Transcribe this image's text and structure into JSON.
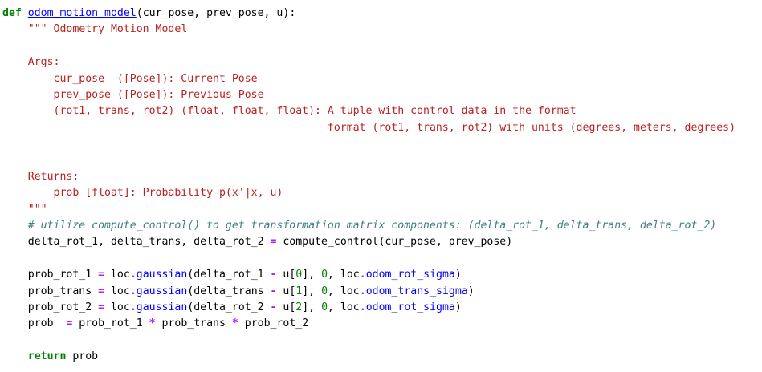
{
  "code_lines": [
    [
      {
        "t": "def",
        "c": "kw"
      },
      {
        "t": " ",
        "c": "plain"
      },
      {
        "t": "odom_motion_model",
        "c": "fn"
      },
      {
        "t": "(cur_pose, prev_pose, u):",
        "c": "plain"
      }
    ],
    [
      {
        "t": "    ",
        "c": "plain"
      },
      {
        "t": "\"\"\" Odometry Motion Model",
        "c": "str"
      }
    ],
    [],
    [
      {
        "t": "    Args:",
        "c": "str"
      }
    ],
    [
      {
        "t": "        cur_pose  ([Pose]): Current Pose",
        "c": "str"
      }
    ],
    [
      {
        "t": "        prev_pose ([Pose]): Previous Pose",
        "c": "str"
      }
    ],
    [
      {
        "t": "        (rot1, trans, rot2) (float, float, float): A tuple with control data in the format",
        "c": "str"
      }
    ],
    [
      {
        "t": "                                                   format (rot1, trans, rot2) with units (degrees, meters, degrees)",
        "c": "str"
      }
    ],
    [],
    [],
    [
      {
        "t": "    Returns:",
        "c": "str"
      }
    ],
    [
      {
        "t": "        prob [float]: Probability p(x'|x, u)",
        "c": "str"
      }
    ],
    [
      {
        "t": "    \"\"\"",
        "c": "str"
      }
    ],
    [
      {
        "t": "    ",
        "c": "plain"
      },
      {
        "t": "# utilize compute_control() to get transformation matrix components: (delta_rot_1, delta_trans, delta_rot_2)",
        "c": "cm"
      }
    ],
    [
      {
        "t": "    delta_rot_1, delta_trans, delta_rot_2 ",
        "c": "plain"
      },
      {
        "t": "=",
        "c": "op"
      },
      {
        "t": " compute_control(cur_pose, prev_pose)",
        "c": "plain"
      }
    ],
    [],
    [
      {
        "t": "    prob_rot_1 ",
        "c": "plain"
      },
      {
        "t": "=",
        "c": "op"
      },
      {
        "t": " loc",
        "c": "plain"
      },
      {
        "t": ".",
        "c": "op"
      },
      {
        "t": "gaussian",
        "c": "attr"
      },
      {
        "t": "(delta_rot_1 ",
        "c": "plain"
      },
      {
        "t": "-",
        "c": "op"
      },
      {
        "t": " u[",
        "c": "plain"
      },
      {
        "t": "0",
        "c": "num"
      },
      {
        "t": "], ",
        "c": "plain"
      },
      {
        "t": "0",
        "c": "num"
      },
      {
        "t": ", loc",
        "c": "plain"
      },
      {
        "t": ".",
        "c": "op"
      },
      {
        "t": "odom_rot_sigma",
        "c": "attr"
      },
      {
        "t": ")",
        "c": "plain"
      }
    ],
    [
      {
        "t": "    prob_trans ",
        "c": "plain"
      },
      {
        "t": "=",
        "c": "op"
      },
      {
        "t": " loc",
        "c": "plain"
      },
      {
        "t": ".",
        "c": "op"
      },
      {
        "t": "gaussian",
        "c": "attr"
      },
      {
        "t": "(delta_trans ",
        "c": "plain"
      },
      {
        "t": "-",
        "c": "op"
      },
      {
        "t": " u[",
        "c": "plain"
      },
      {
        "t": "1",
        "c": "num"
      },
      {
        "t": "], ",
        "c": "plain"
      },
      {
        "t": "0",
        "c": "num"
      },
      {
        "t": ", loc",
        "c": "plain"
      },
      {
        "t": ".",
        "c": "op"
      },
      {
        "t": "odom_trans_sigma",
        "c": "attr"
      },
      {
        "t": ")",
        "c": "plain"
      }
    ],
    [
      {
        "t": "    prob_rot_2 ",
        "c": "plain"
      },
      {
        "t": "=",
        "c": "op"
      },
      {
        "t": " loc",
        "c": "plain"
      },
      {
        "t": ".",
        "c": "op"
      },
      {
        "t": "gaussian",
        "c": "attr"
      },
      {
        "t": "(delta_rot_2 ",
        "c": "plain"
      },
      {
        "t": "-",
        "c": "op"
      },
      {
        "t": " u[",
        "c": "plain"
      },
      {
        "t": "2",
        "c": "num"
      },
      {
        "t": "], ",
        "c": "plain"
      },
      {
        "t": "0",
        "c": "num"
      },
      {
        "t": ", loc",
        "c": "plain"
      },
      {
        "t": ".",
        "c": "op"
      },
      {
        "t": "odom_rot_sigma",
        "c": "attr"
      },
      {
        "t": ")",
        "c": "plain"
      }
    ],
    [
      {
        "t": "    prob  ",
        "c": "plain"
      },
      {
        "t": "=",
        "c": "op"
      },
      {
        "t": " prob_rot_1 ",
        "c": "plain"
      },
      {
        "t": "*",
        "c": "op"
      },
      {
        "t": " prob_trans ",
        "c": "plain"
      },
      {
        "t": "*",
        "c": "op"
      },
      {
        "t": " prob_rot_2",
        "c": "plain"
      }
    ],
    [],
    [
      {
        "t": "    ",
        "c": "plain"
      },
      {
        "t": "return",
        "c": "kw"
      },
      {
        "t": " prob",
        "c": "plain"
      }
    ]
  ]
}
